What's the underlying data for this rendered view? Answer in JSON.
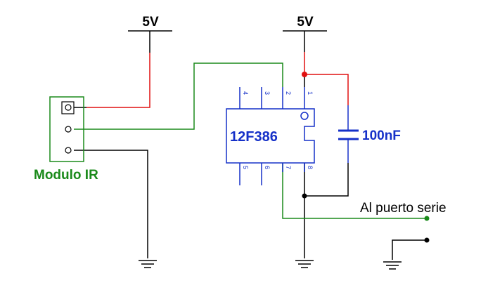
{
  "supply_left": {
    "label": "5V"
  },
  "supply_right": {
    "label": "5V"
  },
  "ic": {
    "label": "12F386",
    "pins_top": [
      "4",
      "3",
      "2",
      "1"
    ],
    "pins_bottom": [
      "5",
      "6",
      "7",
      "8"
    ]
  },
  "capacitor": {
    "label": "100nF"
  },
  "ir_module": {
    "label": "Modulo IR"
  },
  "serial_port": {
    "label": "Al puerto serie"
  },
  "colors": {
    "wire_default": "#000000",
    "wire_power": "#e01010",
    "wire_signal": "#1a8a1a",
    "component_blue": "#1530c8",
    "module_green": "#1a8a1a",
    "label_blue": "#1530c8"
  }
}
